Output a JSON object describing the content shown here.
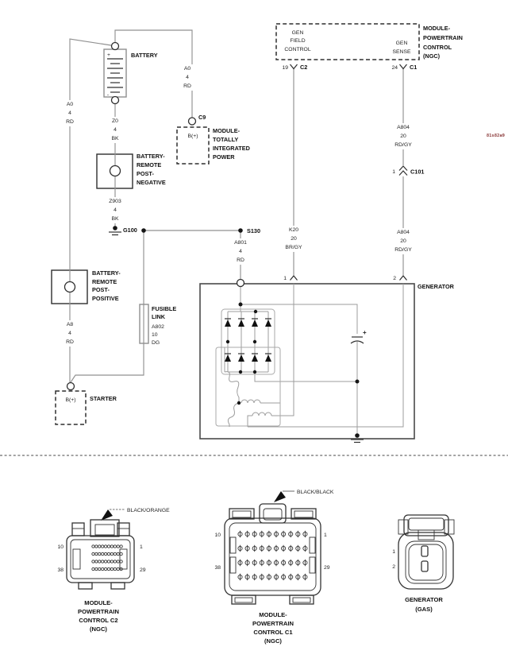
{
  "id_code": "81s82a9",
  "pcm": {
    "box": [
      "MODULE-",
      "POWERTRAIN",
      "CONTROL",
      "(NGC)"
    ],
    "gfc": [
      "GEN",
      "FIELD",
      "CONTROL"
    ],
    "gs": [
      "GEN",
      "SENSE"
    ],
    "pin19": "19",
    "c2": "C2",
    "pin24": "24",
    "c1": "C1"
  },
  "battery": {
    "label": "BATTERY",
    "plus": "+",
    "minus": "-"
  },
  "tip": {
    "c9": "C9",
    "bplus": "B(+)",
    "lines": [
      "MODULE-",
      "TOTALLY",
      "INTEGRATED",
      "POWER"
    ]
  },
  "brn": [
    "BATTERY-",
    "REMOTE",
    "POST-",
    "NEGATIVE"
  ],
  "brp": [
    "BATTERY-",
    "REMOTE",
    "POST-",
    "POSITIVE"
  ],
  "g100": "G100",
  "s130": "S130",
  "starter": {
    "label": "STARTER",
    "bplus": "B(+)"
  },
  "c101": {
    "pin": "1",
    "label": "C101"
  },
  "fl": {
    "title": [
      "FUSIBLE",
      "LINK"
    ],
    "wire": [
      "A802",
      "10",
      "DG"
    ]
  },
  "gen": {
    "label": "GENERATOR",
    "pin1": "1",
    "pin2": "2",
    "plus": "+"
  },
  "w": {
    "a0l": [
      "A0",
      "4",
      "RD"
    ],
    "a0r": [
      "A0",
      "4",
      "RD"
    ],
    "z0": [
      "Z0",
      "4",
      "BK"
    ],
    "z903": [
      "Z903",
      "4",
      "BK"
    ],
    "a8": [
      "A8",
      "4",
      "RD"
    ],
    "a801": [
      "A801",
      "4",
      "RD"
    ],
    "k20": [
      "K20",
      "20",
      "BR/GY"
    ],
    "a804a": [
      "A804",
      "20",
      "RD/GY"
    ],
    "a804b": [
      "A804",
      "20",
      "RD/GY"
    ]
  },
  "conn": {
    "c2": {
      "color": "BLACK/ORANGE",
      "tl": "10",
      "tr": "1",
      "bl": "38",
      "br": "29",
      "caption": [
        "MODULE-",
        "POWERTRAIN",
        "CONTROL C2",
        "(NGC)"
      ]
    },
    "c1": {
      "color": "BLACK/BLACK",
      "tl": "10",
      "tr": "1",
      "bl": "38",
      "br": "29",
      "caption": [
        "MODULE-",
        "POWERTRAIN",
        "CONTROL C1",
        "(NGC)"
      ]
    },
    "gas": {
      "p1": "1",
      "p2": "2",
      "caption": [
        "GENERATOR",
        "(GAS)"
      ]
    }
  }
}
